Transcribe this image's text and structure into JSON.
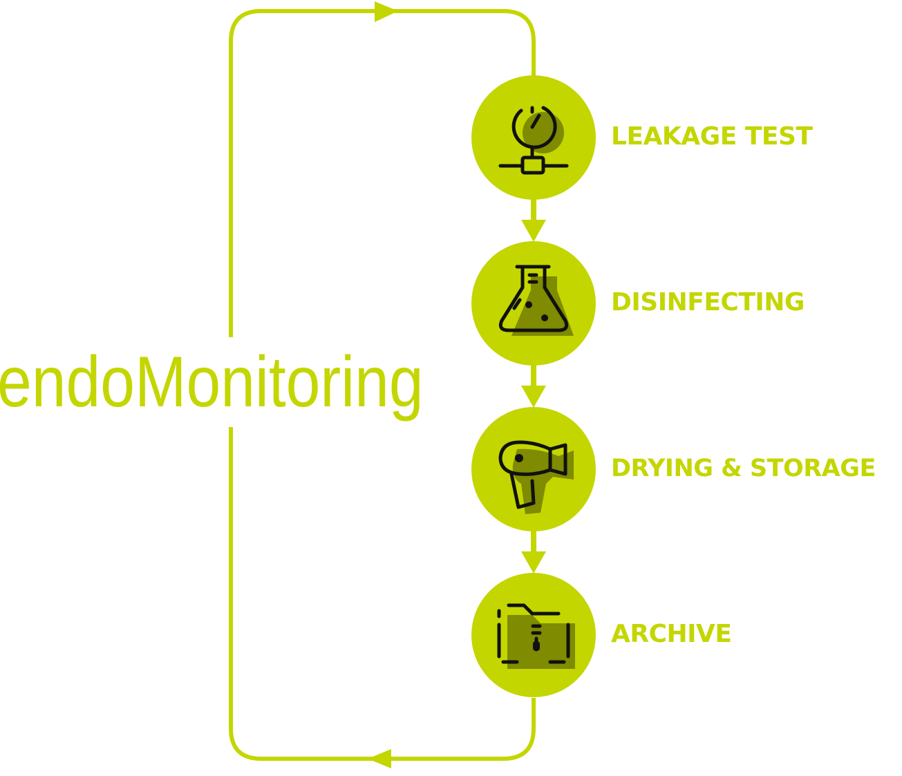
{
  "title": "endoMonitoring",
  "colors": {
    "accent": "#c3d600",
    "icon_shadow": "#7f8b00",
    "icon_stroke": "#111111"
  },
  "steps": [
    {
      "label": "LEAKAGE TEST",
      "icon": "pressure-gauge-icon"
    },
    {
      "label": "DISINFECTING",
      "icon": "flask-icon"
    },
    {
      "label": "DRYING & STORAGE",
      "icon": "hair-dryer-icon"
    },
    {
      "label": "ARCHIVE",
      "icon": "archive-folder-icon"
    }
  ]
}
